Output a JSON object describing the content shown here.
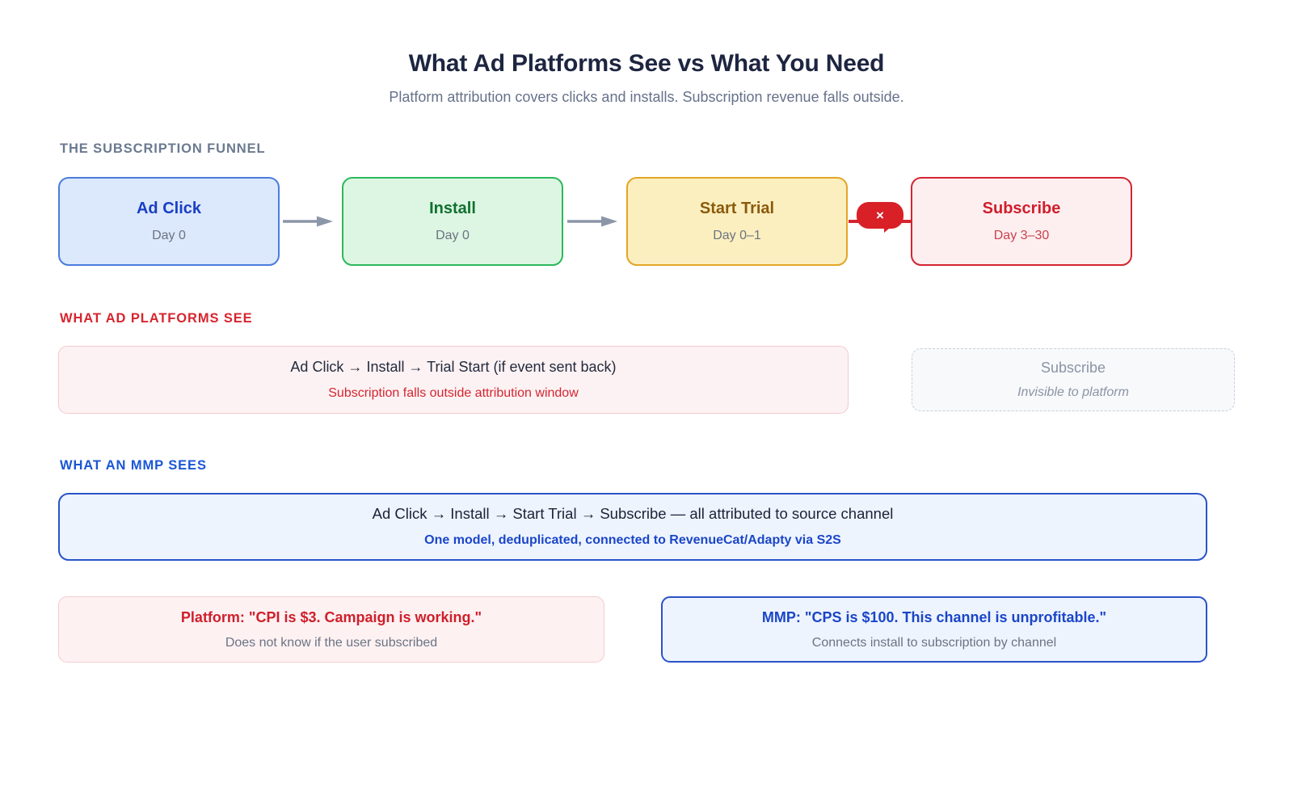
{
  "header": {
    "title": "What Ad Platforms See vs What You Need",
    "subtitle": "Platform attribution covers clicks and installs. Subscription revenue falls outside."
  },
  "funnel": {
    "section_label": "THE SUBSCRIPTION FUNNEL",
    "steps": [
      {
        "title": "Ad Click",
        "timing": "Day 0"
      },
      {
        "title": "Install",
        "timing": "Day 0"
      },
      {
        "title": "Start Trial",
        "timing": "Day 0–1"
      },
      {
        "title": "Subscribe",
        "timing": "Day 3–30"
      }
    ],
    "blocked_marker": "×"
  },
  "platform_section": {
    "section_label": "WHAT AD PLATFORMS SEE",
    "visible_card": {
      "chain": "Ad Click → Install → Trial Start (if event sent back)",
      "note": "Subscription falls outside attribution window"
    },
    "invisible_card": {
      "title": "Subscribe",
      "note": "Invisible to platform"
    }
  },
  "mmp_section": {
    "section_label": "WHAT AN MMP SEES",
    "card": {
      "chain": "Ad Click → Install → Start Trial → Subscribe — all attributed to source channel",
      "note": "One model, deduplicated, connected to RevenueCat/Adapty via S2S"
    }
  },
  "comparison": {
    "platform": {
      "headline": "Platform: \"CPI is $3. Campaign is working.\"",
      "sub": "Does not know if the user subscribed"
    },
    "mmp": {
      "headline": "MMP: \"CPS is $100. This channel is unprofitable.\"",
      "sub": "Connects install to subscription by channel"
    }
  },
  "colors": {
    "ad_click_border": "#4a7ddc",
    "install_border": "#2cb85c",
    "start_trial_border": "#e2a526",
    "subscribe_border": "#d42530",
    "mmp_accent": "#2a53c8",
    "platform_accent": "#d6252f",
    "arrow": "#8b96a8"
  }
}
